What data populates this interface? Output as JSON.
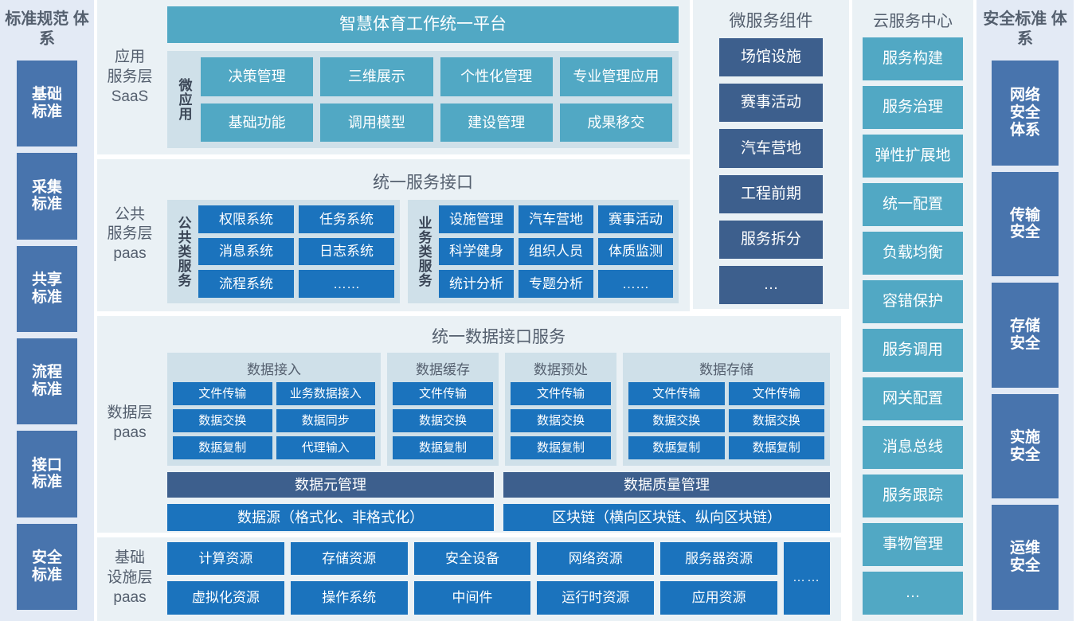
{
  "left_sidebar": {
    "title": "标准规范\n体系",
    "items": [
      {
        "label": "基础\n标准"
      },
      {
        "label": "采集\n标准"
      },
      {
        "label": "共享\n标准"
      },
      {
        "label": "流程\n标准"
      },
      {
        "label": "接口\n标准"
      },
      {
        "label": "安全\n标准"
      }
    ]
  },
  "right_sidebar": {
    "title": "安全标准\n体系",
    "items": [
      {
        "label": "网络\n安全\n体系"
      },
      {
        "label": "传输\n安全"
      },
      {
        "label": "存储\n安全"
      },
      {
        "label": "实施\n安全"
      },
      {
        "label": "运维\n安全"
      }
    ]
  },
  "app_layer": {
    "layer_label": "应用\n服务层\nSaaS",
    "banner": "智慧体育工作统一平台",
    "group_label": "微应用",
    "tiles": [
      "决策管理",
      "三维展示",
      "个性化管理",
      "专业管理应用",
      "基础功能",
      "调用模型",
      "建设管理",
      "成果移交"
    ]
  },
  "service_layer": {
    "layer_label": "公共\n服务层\npaas",
    "title": "统一服务接口",
    "groups": [
      {
        "vlabel": "公共类服务",
        "tiles": [
          "权限系统",
          "任务系统",
          "消息系统",
          "日志系统",
          "流程系统",
          "……"
        ]
      },
      {
        "vlabel": "业务类服务",
        "tiles": [
          "设施管理",
          "汽车营地",
          "赛事活动",
          "科学健身",
          "组织人员",
          "体质监测",
          "统计分析",
          "专题分析",
          "……"
        ]
      }
    ]
  },
  "data_layer": {
    "layer_label": "数据层\npaas",
    "title": "统一数据接口服务",
    "groups": [
      {
        "title": "数据接入",
        "tiles": [
          "文件传输",
          "业务数据接入",
          "数据交换",
          "数据同步",
          "数据复制",
          "代理输入"
        ]
      },
      {
        "title": "数据缓存",
        "tiles": [
          "文件传输",
          "数据交换",
          "数据复制"
        ]
      },
      {
        "title": "数据预处",
        "tiles": [
          "文件传输",
          "数据交换",
          "数据复制"
        ]
      },
      {
        "title": "数据存储",
        "tiles": [
          "文件传输",
          "文件传输",
          "数据交换",
          "数据交换",
          "数据复制",
          "数据复制"
        ]
      }
    ],
    "management_row": [
      "数据元管理",
      "数据质量管理"
    ],
    "source_row": [
      "数据源（格式化、非格式化）",
      "区块链（横向区块链、纵向区块链）"
    ]
  },
  "infra_layer": {
    "layer_label": "基础\n设施层\npaas",
    "tiles": [
      "计算资源",
      "存储资源",
      "安全设备",
      "网络资源",
      "服务器资源",
      "虚拟化资源",
      "操作系统",
      "中间件",
      "运行时资源",
      "应用资源"
    ],
    "more": "……"
  },
  "micro_services": {
    "title": "微服务组件",
    "items": [
      "场馆设施",
      "赛事活动",
      "汽车营地",
      "工程前期",
      "服务拆分",
      "…"
    ]
  },
  "cloud_center": {
    "title": "云服务中心",
    "items": [
      "服务构建",
      "服务治理",
      "弹性扩展地",
      "统一配置",
      "负载均衡",
      "容错保护",
      "服务调用",
      "网关配置",
      "消息总线",
      "服务跟踪",
      "事物管理",
      "…"
    ]
  },
  "colors": {
    "tile_blue": "#1b73bd",
    "tile_teal": "#51a8c4",
    "tile_slate": "#4874ad",
    "tile_dark": "#3d5f8d",
    "panel_bg": "#eaf1f5",
    "sidebar_bg": "#e3eaf5",
    "group_bg": "#cfe0e9",
    "title_text": "#545f6e"
  }
}
